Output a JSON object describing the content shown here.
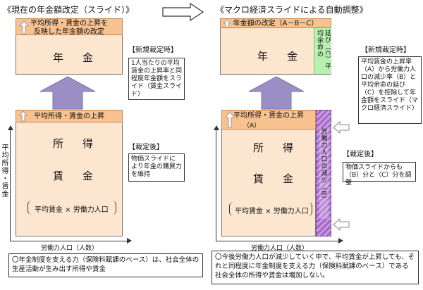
{
  "left": {
    "title": "《現在の年金額改定（スライド）》",
    "top_bar_line1": "平均所得・賃金の上昇を",
    "top_bar_line2": "反映した年金額の改定",
    "pension": "年　金",
    "new_label": "【新規裁定時】",
    "new_note": "1人当たりの平均賃金の上昇率と同程度年金額をスライド（賃金スライド）",
    "bottom_bar": "平均所得・賃金の上昇",
    "income": "所　得",
    "wage": "賃　金",
    "formula": "平均賃金 × 労働力人口",
    "after_label": "【裁定後】",
    "after_note": "物価スライドにより年金の購買力を維持",
    "axis_y": "平均所得・賃金",
    "axis_x": "労働力人口（人数）",
    "footer": "〇年金制度を支える力（保険料賦課のベース）は、社会全体の生産活動が生み出す所得や賃金"
  },
  "right": {
    "title": "《マクロ経済スライドによる自動調整》",
    "top_bar": "年金額の改定（A－B－C）",
    "pension": "年　金",
    "side_strip": "延び（C）平均余命の",
    "new_label": "【新規裁定時】",
    "new_note": "平均賃金の上昇率（A）から労働力人口の減少率（B）と平均余命の延び（C）を控除して年金額をスライド（マクロ経済スライド）",
    "bottom_bar": "平均所得・賃金の上昇",
    "bottom_bar_sub": "（A）",
    "income": "所　得",
    "wage": "賃　金",
    "formula": "平均賃金 × 労働力人口",
    "side_purple": "労働力人口の減少（B）",
    "after_label": "【裁定後】",
    "after_note": "物価スライドからも（B）分と（C）分を調整",
    "axis_x": "労働力人口（人数）",
    "footer": "〇今後労働力人口が減少していく中で、平均賃金が上昇しても、それと同程度に年金制度を支える力（保険料賦課のベース）である社会全体の所得や賃金は増加しない。"
  },
  "colors": {
    "peach": "#fde6cf",
    "orange": "#f7c28f",
    "purple_arrow": "#9b8ec4",
    "purple_band": "#b27fd0",
    "green": "#b9efb0"
  }
}
